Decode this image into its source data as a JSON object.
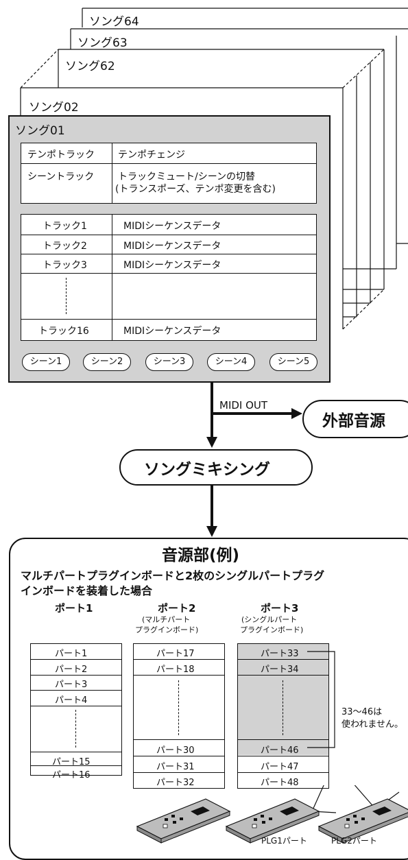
{
  "songs": {
    "song64": "ソング64",
    "song63": "ソング63",
    "song62": "ソング62",
    "song02": "ソング02",
    "song01": "ソング01"
  },
  "song01_table": {
    "tempo_track": "テンポトラック",
    "tempo_change": "テンポチェンジ",
    "scene_track": "シーントラック",
    "scene_desc_1": "トラックミュート/シーンの切替",
    "scene_desc_2": "(トランスポーズ、テンポ変更を含む)",
    "tracks": [
      {
        "name": "トラック1",
        "data": "MIDIシーケンスデータ"
      },
      {
        "name": "トラック2",
        "data": "MIDIシーケンスデータ"
      },
      {
        "name": "トラック3",
        "data": "MIDIシーケンスデータ"
      },
      {
        "name": "トラック16",
        "data": "MIDIシーケンスデータ"
      }
    ]
  },
  "scenes": [
    "シーン1",
    "シーン2",
    "シーン3",
    "シーン4",
    "シーン5"
  ],
  "midi_out": "MIDI OUT",
  "external_source": "外部音源",
  "song_mixing": "ソングミキシング",
  "tone": {
    "title": "音源部(例)",
    "desc_1": "マルチパートプラグインボードと2枚のシングルパートプラグ",
    "desc_2": "インボードを装着した場合",
    "port1": {
      "title": "ポート1",
      "parts": [
        "パート1",
        "パート2",
        "パート3",
        "パート4",
        "パート15",
        "パート16"
      ]
    },
    "port2": {
      "title": "ポート2",
      "sub_1": "(マルチパート",
      "sub_2": "プラグインボード)",
      "parts": [
        "パート17",
        "パート18",
        "パート30",
        "パート31",
        "パート32"
      ]
    },
    "port3": {
      "title": "ポート3",
      "sub_1": "(シングルパート",
      "sub_2": "プラグインボード)",
      "parts": [
        "パート33",
        "パート34",
        "パート46",
        "パート47",
        "パート48"
      ]
    },
    "note_1": "33〜46は",
    "note_2": "使われません。",
    "plg1": "PLG1パート",
    "plg2": "PLG2パート"
  },
  "colors": {
    "shade": "#d2d2d2",
    "board": "#bdbdbd",
    "chip": "#111111"
  }
}
